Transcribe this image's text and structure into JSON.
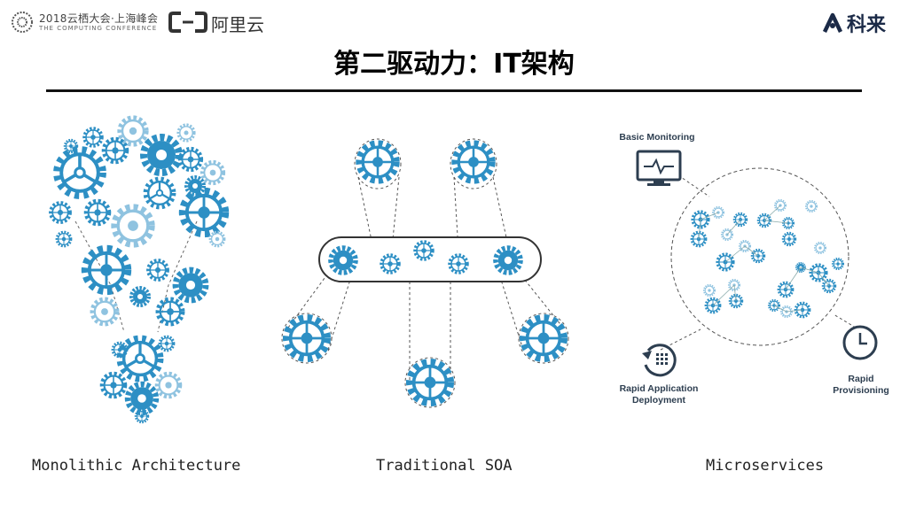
{
  "header": {
    "conference_line1": "2018云栖大会·上海峰会",
    "conference_line2": "THE COMPUTING CONFERENCE",
    "aliyun_text": "阿里云",
    "kelai_text": "科来"
  },
  "title": "第二驱动力：IT架构",
  "colors": {
    "gear_blue": "#2d8fc4",
    "icon_navy": "#2d3e50",
    "rule": "#111111"
  },
  "diagrams": {
    "monolithic": {
      "caption": "Monolithic Architecture"
    },
    "soa": {
      "caption": "Traditional SOA"
    },
    "microservices": {
      "caption": "Microservices",
      "basic_monitoring": "Basic Monitoring",
      "rapid_app_line1": "Rapid Application",
      "rapid_app_line2": "Deployment",
      "rapid_prov_line1": "Rapid",
      "rapid_prov_line2": "Provisioning"
    }
  }
}
